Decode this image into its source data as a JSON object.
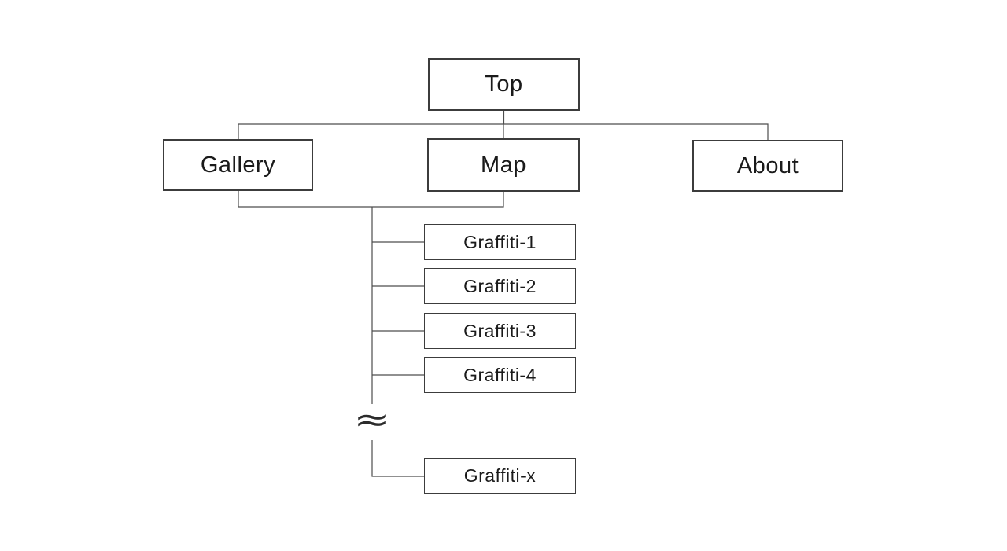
{
  "diagram": {
    "background": "#ffffff",
    "line_color": "#4d4d4d",
    "border_color": "#3c3c3c",
    "text_color": "#1a1a1a",
    "nodes": {
      "top": "Top",
      "gallery": "Gallery",
      "map": "Map",
      "about": "About",
      "graffiti_1": "Graffiti-1",
      "graffiti_2": "Graffiti-2",
      "graffiti_3": "Graffiti-3",
      "graffiti_4": "Graffiti-4",
      "graffiti_x": "Graffiti-x"
    },
    "break_symbol": "≈"
  }
}
